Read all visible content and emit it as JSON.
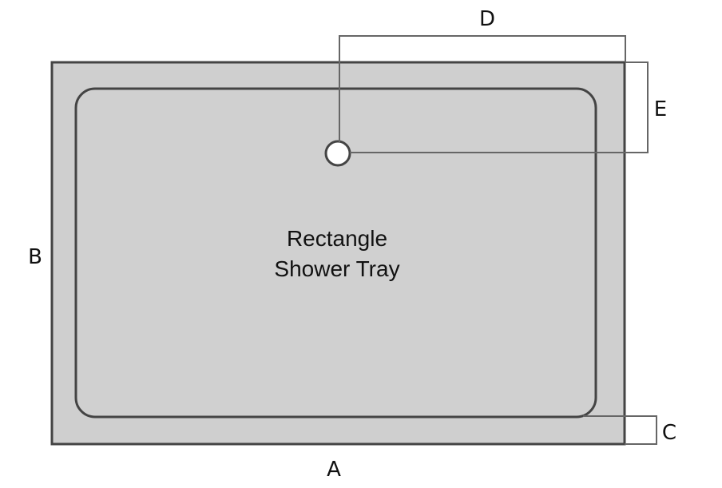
{
  "diagram": {
    "title_line1": "Rectangle",
    "title_line2": "Shower Tray",
    "labels": {
      "A": "A",
      "B": "B",
      "C": "C",
      "D": "D",
      "E": "E"
    },
    "colors": {
      "tray_fill": "#cfcfcf",
      "outline": "#444444",
      "dimension_line": "#666666"
    }
  }
}
